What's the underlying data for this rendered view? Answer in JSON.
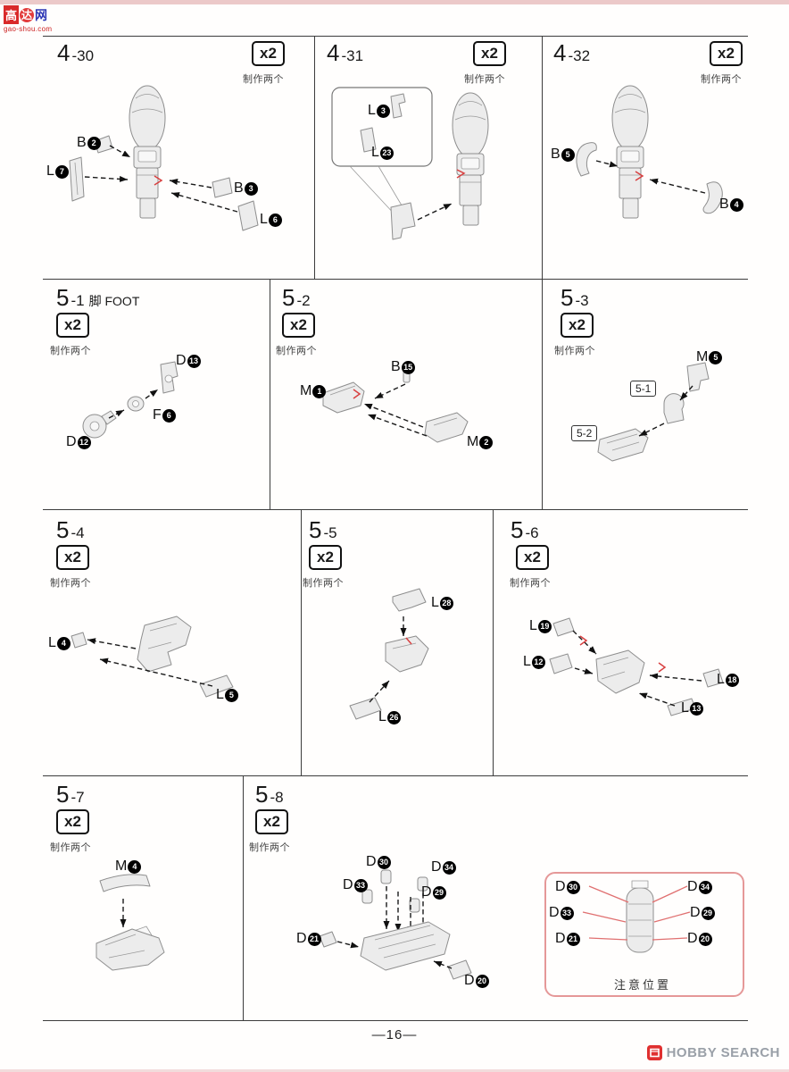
{
  "watermark": {
    "c1": "高",
    "c2": "达",
    "c3": "网",
    "url": "gao-shou.com"
  },
  "common": {
    "qty": "x2",
    "qty_note": "制作两个"
  },
  "steps": {
    "s430": {
      "num": "4",
      "sub": "-30"
    },
    "s431": {
      "num": "4",
      "sub": "-31"
    },
    "s432": {
      "num": "4",
      "sub": "-32"
    },
    "s51": {
      "num": "5",
      "sub": "-1",
      "title": "脚 FOOT"
    },
    "s52": {
      "num": "5",
      "sub": "-2"
    },
    "s53": {
      "num": "5",
      "sub": "-3"
    },
    "s54": {
      "num": "5",
      "sub": "-4"
    },
    "s55": {
      "num": "5",
      "sub": "-5"
    },
    "s56": {
      "num": "5",
      "sub": "-6"
    },
    "s57": {
      "num": "5",
      "sub": "-7"
    },
    "s58": {
      "num": "5",
      "sub": "-8"
    }
  },
  "refs": {
    "r51": "5-1",
    "r52": "5-2"
  },
  "parts": {
    "b2": {
      "letter": "B",
      "num": "2"
    },
    "b3": {
      "letter": "B",
      "num": "3"
    },
    "b4": {
      "letter": "B",
      "num": "4"
    },
    "b5": {
      "letter": "B",
      "num": "5"
    },
    "b15": {
      "letter": "B",
      "num": "15"
    },
    "l3": {
      "letter": "L",
      "num": "3"
    },
    "l4": {
      "letter": "L",
      "num": "4"
    },
    "l5": {
      "letter": "L",
      "num": "5"
    },
    "l6": {
      "letter": "L",
      "num": "6"
    },
    "l7": {
      "letter": "L",
      "num": "7"
    },
    "l12": {
      "letter": "L",
      "num": "12"
    },
    "l13": {
      "letter": "L",
      "num": "13"
    },
    "l18": {
      "letter": "L",
      "num": "18"
    },
    "l19": {
      "letter": "L",
      "num": "19"
    },
    "l23": {
      "letter": "L",
      "num": "23"
    },
    "l26": {
      "letter": "L",
      "num": "26"
    },
    "l28": {
      "letter": "L",
      "num": "28"
    },
    "m1": {
      "letter": "M",
      "num": "1"
    },
    "m2": {
      "letter": "M",
      "num": "2"
    },
    "m4": {
      "letter": "M",
      "num": "4"
    },
    "m5": {
      "letter": "M",
      "num": "5"
    },
    "f6": {
      "letter": "F",
      "num": "6"
    },
    "d12": {
      "letter": "D",
      "num": "12"
    },
    "d13": {
      "letter": "D",
      "num": "13"
    },
    "d20": {
      "letter": "D",
      "num": "20"
    },
    "d21": {
      "letter": "D",
      "num": "21"
    },
    "d29": {
      "letter": "D",
      "num": "29"
    },
    "d30": {
      "letter": "D",
      "num": "30"
    },
    "d33": {
      "letter": "D",
      "num": "33"
    },
    "d34": {
      "letter": "D",
      "num": "34"
    }
  },
  "note": {
    "caption": "注意位置"
  },
  "footer": {
    "page": "—16—",
    "brand": "HOBBY SEARCH"
  }
}
